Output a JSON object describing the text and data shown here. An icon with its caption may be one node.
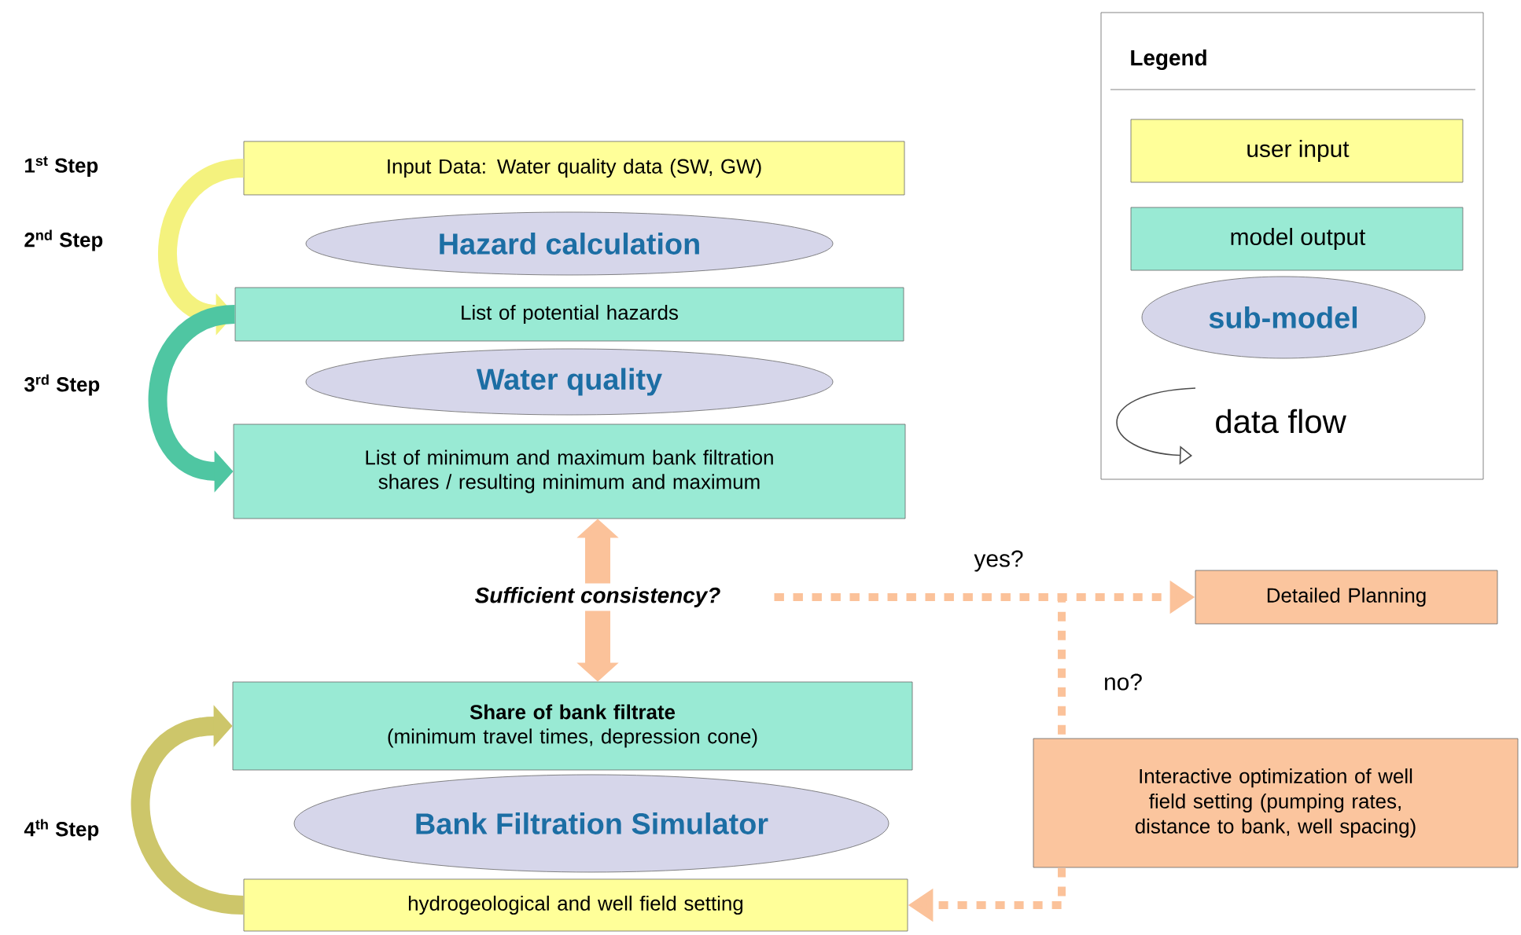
{
  "diagram": {
    "nodes": [
      {
        "text": [
          "Input Data: Water quality data (SW, GW)"
        ]
      },
      {
        "text": [
          "Hazard calculation"
        ]
      },
      {
        "text": [
          "List of potential hazards"
        ]
      },
      {
        "text": [
          "Water quality"
        ]
      },
      {
        "text": [
          "List of minimum and maximum bank filtration shares / resulting minimum and maximum"
        ]
      },
      {
        "text": [
          "Sufficient consistency?"
        ]
      },
      {
        "text": [
          "Share of bank filtrate",
          "(minimum travel times, depression cone)"
        ]
      },
      {
        "text": [
          "Bank Filtration Simulator"
        ]
      },
      {
        "text": [
          "hydrogeological and well field setting"
        ]
      },
      {
        "text": [
          "Detailed Planning"
        ]
      },
      {
        "text": [
          "Interactive optimization of well field setting (pumping rates, distance to bank, well spacing)"
        ]
      }
    ],
    "edges": [
      {
        "from": 0,
        "to": 2,
        "arrow": "to",
        "color": "#f4f27e"
      },
      {
        "from": 2,
        "to": 4,
        "arrow": "to",
        "color": "#4fc6a2"
      },
      {
        "from": 5,
        "to": 4,
        "arrow": "to",
        "color": "#fbc29a"
      },
      {
        "from": 5,
        "to": 6,
        "arrow": "to",
        "color": "#fbc29a"
      },
      {
        "from": 8,
        "to": 6,
        "arrow": "to",
        "color": "#cdc66a"
      },
      {
        "from": 5,
        "to": 9,
        "arrow": "to",
        "label": "yes?",
        "style": "dashed",
        "color": "#fbc29a"
      },
      {
        "from": 5,
        "to": 10,
        "arrow": "none",
        "label": "no?",
        "style": "dashed",
        "color": "#fbc29a"
      },
      {
        "from": 10,
        "to": 8,
        "arrow": "to",
        "style": "dashed",
        "color": "#fbc29a"
      }
    ],
    "labels": [
      "1$^{st}$ Step",
      "2$^{nd}$ Step",
      "3$^{rd}$ Step",
      "4$^{th}$ Step",
      "Legend"
    ],
    "legend": [
      {
        "text": "user input",
        "color": "#ffff99"
      },
      {
        "text": "model output",
        "color": "#99ead4"
      },
      {
        "text": "sub-model"
      },
      {
        "text": "data flow"
      }
    ]
  }
}
